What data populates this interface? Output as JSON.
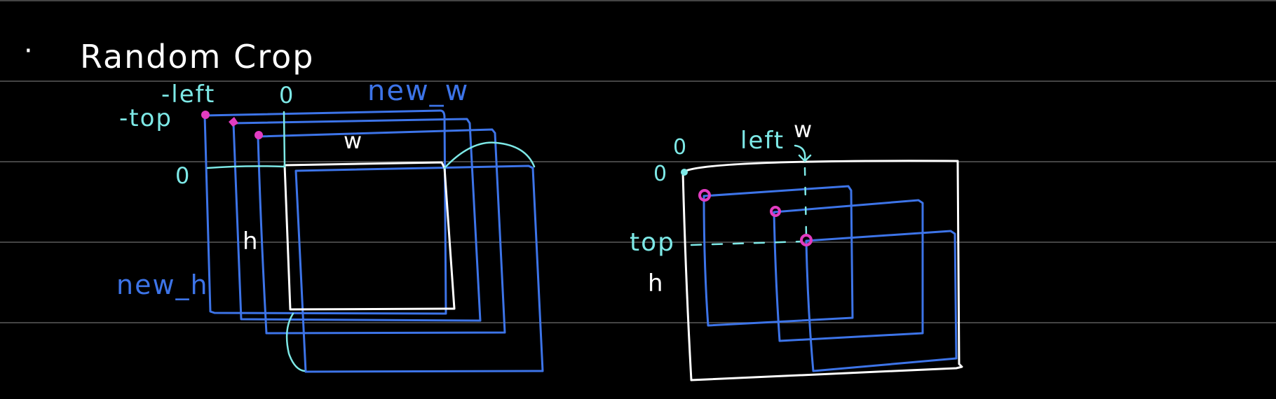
{
  "title": {
    "bullet": "·",
    "text": "Random Crop"
  },
  "colors": {
    "background": "#000000",
    "ruled_line": "#5a5a5a",
    "white_ink": "#ffffff",
    "cyan_ink": "#7de8e6",
    "blue_ink": "#3d74e8",
    "magenta_ink": "#e23cc1"
  },
  "left_diagram": {
    "labels": {
      "neg_left": "-left",
      "neg_top": "-top",
      "zero_x": "0",
      "zero_y": "0",
      "new_w": "new_w",
      "w": "w",
      "h": "h",
      "new_h": "new_h"
    }
  },
  "right_diagram": {
    "labels": {
      "zero_x": "0",
      "zero_y": "0",
      "left": "left",
      "w": "w",
      "top": "top",
      "h": "h"
    }
  }
}
